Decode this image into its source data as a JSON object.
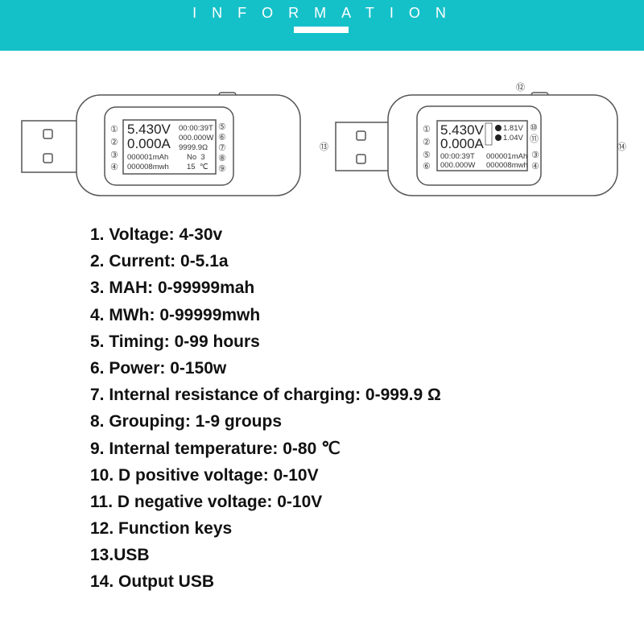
{
  "header": {
    "title": "INFORMATION"
  },
  "device_left": {
    "voltage": "5.430V",
    "current": "0.000A",
    "mah": "000001mAh",
    "mwh": "000008mwh",
    "time": "00:00:39T",
    "power": "000.000W",
    "resistance": "9999.9Ω",
    "group": "No  3",
    "temp": "15  ℃",
    "markers": [
      "①",
      "②",
      "③",
      "④",
      "⑤",
      "⑥",
      "⑦",
      "⑧",
      "⑨"
    ]
  },
  "device_right": {
    "voltage": "5.430V",
    "current": "0.000A",
    "time": "00:00:39T",
    "power": "000.000W",
    "mah": "000001mAh",
    "mwh": "000008mwh",
    "d_plus": "1.81V",
    "d_minus": "1.04V",
    "markers": [
      "①",
      "②",
      "⑤",
      "⑥",
      "⑩",
      "⑪",
      "③",
      "④",
      "⑫",
      "⑬",
      "⑭"
    ]
  },
  "specs": [
    "1. Voltage: 4-30v",
    "2. Current: 0-5.1a",
    "3. MAH: 0-99999mah",
    "4. MWh: 0-99999mwh",
    "5. Timing: 0-99 hours",
    "6. Power: 0-150w",
    "7. Internal resistance of charging: 0-999.9 Ω",
    "8. Grouping: 1-9 groups",
    "9. Internal temperature: 0-80 ℃",
    "10. D positive voltage: 0-10V",
    "11. D negative voltage: 0-10V",
    "12. Function keys",
    "13.USB",
    "14. Output USB"
  ]
}
